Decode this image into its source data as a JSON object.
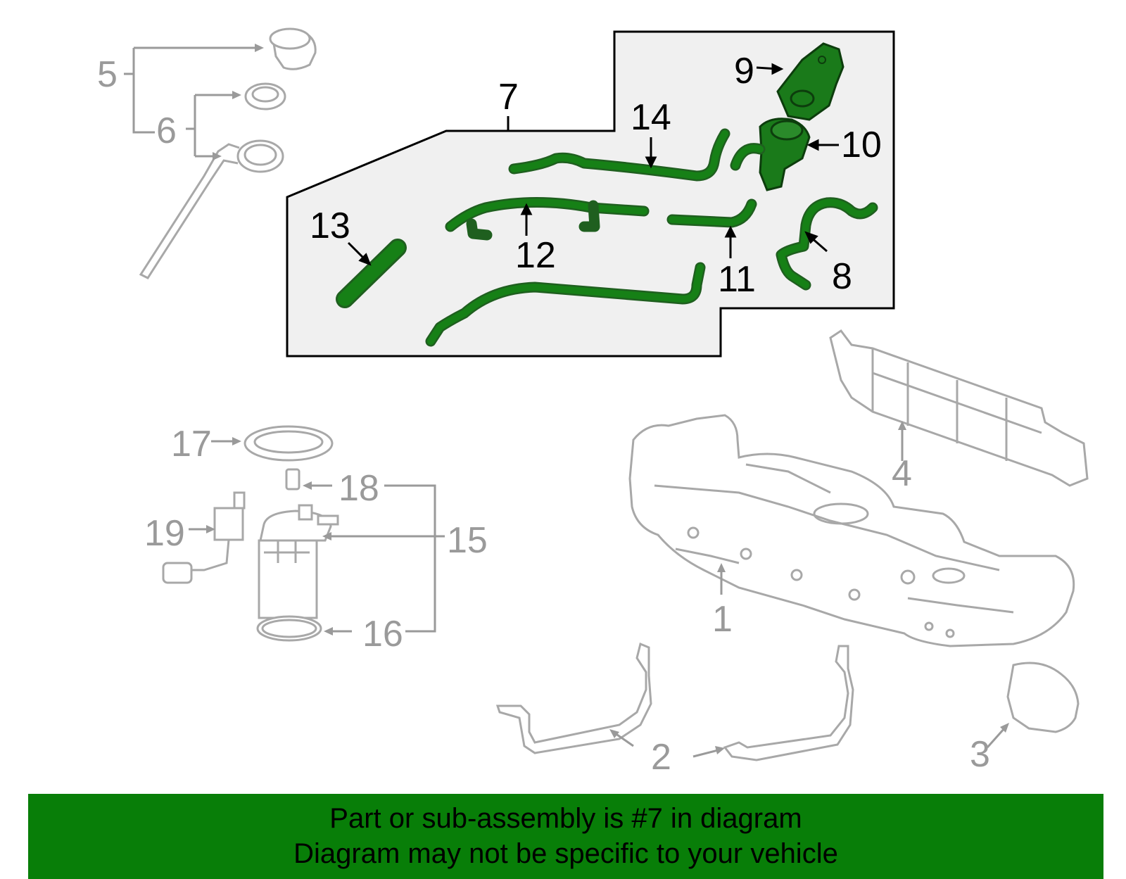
{
  "callouts": {
    "c1": "1",
    "c2": "2",
    "c3": "3",
    "c4": "4",
    "c5": "5",
    "c6": "6",
    "c7": "7",
    "c8": "8",
    "c9": "9",
    "c10": "10",
    "c11": "11",
    "c12": "12",
    "c13": "13",
    "c14": "14",
    "c15": "15",
    "c16": "16",
    "c17": "17",
    "c18": "18",
    "c19": "19"
  },
  "banner": {
    "line1": "Part or sub-assembly is #7 in diagram",
    "line2": "Diagram may not be specific to your vehicle"
  },
  "colors": {
    "highlight_part": "#168016",
    "banner_background": "#087e08",
    "callout_grey": "#9a9a9a",
    "callout_black": "#000000"
  }
}
